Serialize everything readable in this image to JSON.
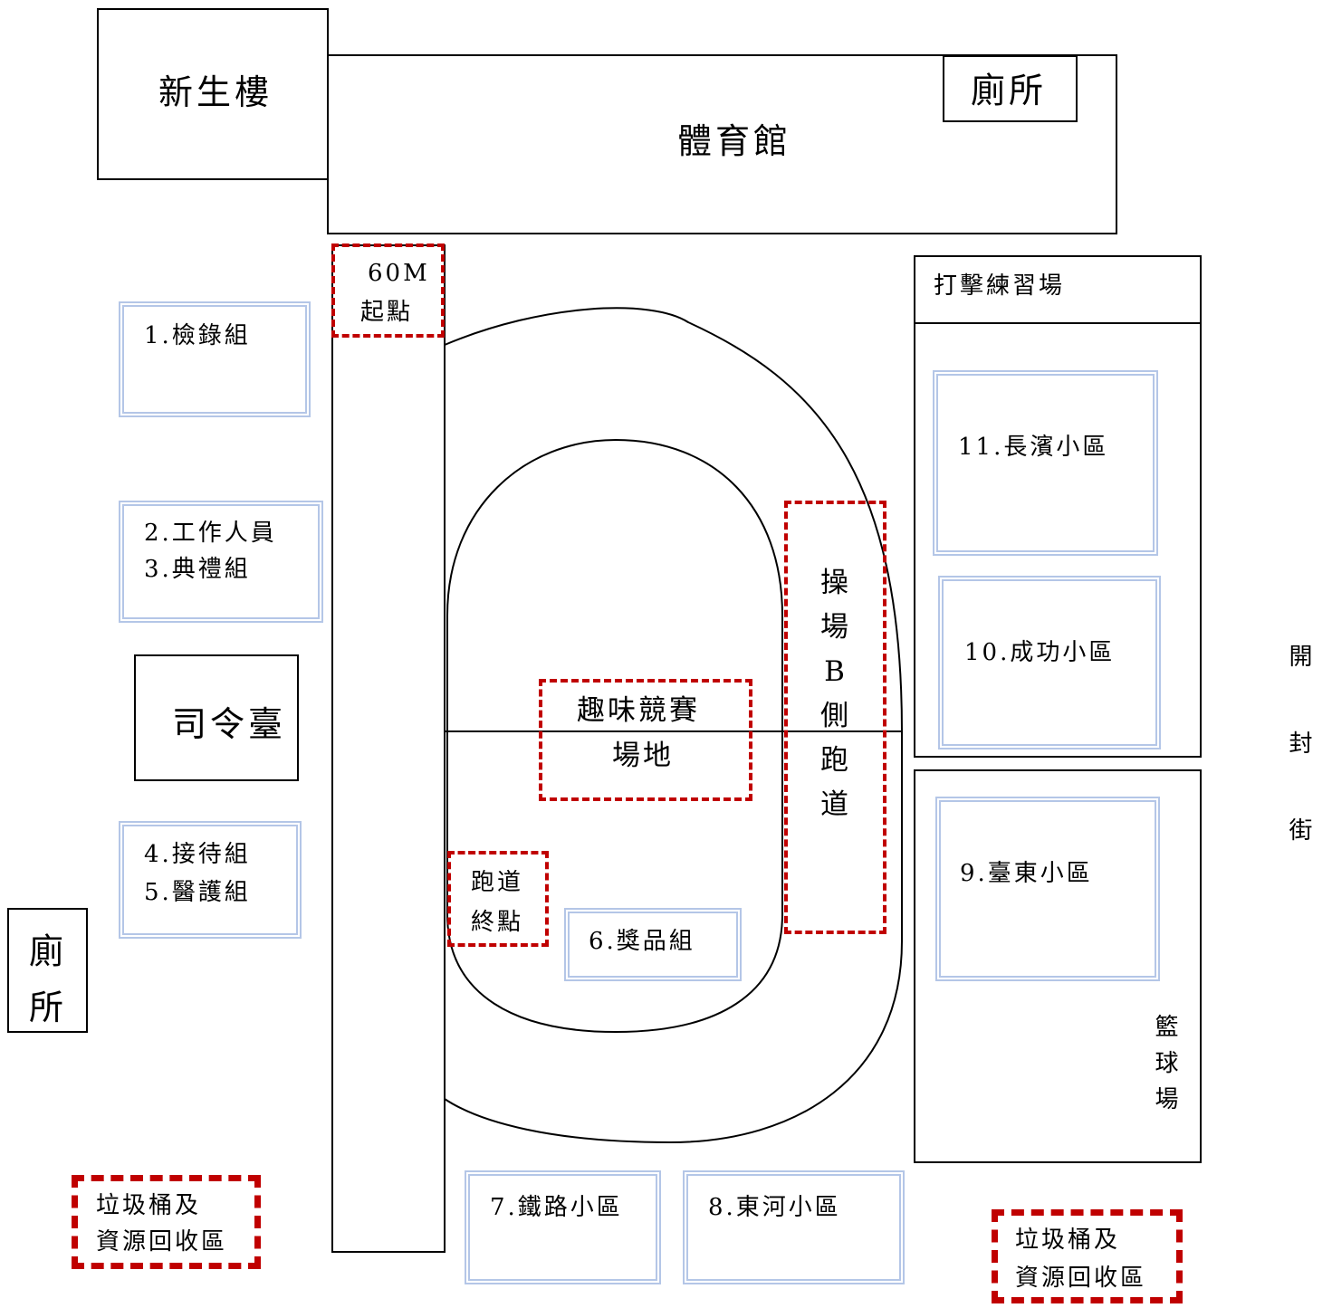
{
  "buildings": {
    "new_building": "新生樓",
    "gym": "體育館",
    "gym_restroom": "廁所",
    "stage": "司令臺",
    "left_restroom": [
      "廁",
      "所"
    ],
    "batting": "打擊練習場",
    "basketball": [
      "籃",
      "球",
      "場"
    ]
  },
  "street": [
    "開",
    "封",
    "街"
  ],
  "zones": {
    "registration": "1.檢錄組",
    "staff_line1": "2.工作人員",
    "staff_line2": "3.典禮組",
    "reception_line1": "4.接待組",
    "reception_line2": "5.醫護組",
    "prizes": "6.獎品組",
    "railway": "7.鐵路小區",
    "donghe": "8.東河小區",
    "taitung": "9.臺東小區",
    "chenggong": "10.成功小區",
    "changbin": "11.長濱小區"
  },
  "marked_areas": {
    "start_60m_line1": "60M",
    "start_60m_line2": "起點",
    "track_finish_line1": "跑道",
    "track_finish_line2": "終點",
    "fun_game_line1": "趣味競賽",
    "fun_game_line2": "場地",
    "track_b": [
      "操",
      "場",
      "B",
      "側",
      "跑",
      "道"
    ],
    "recycle_left_line1": "垃圾桶及",
    "recycle_left_line2": "資源回收區",
    "recycle_right_line1": "垃圾桶及",
    "recycle_right_line2": "資源回收區"
  },
  "colors": {
    "dashed_border": "#c00000",
    "zone_border": "#b4c6e7",
    "outline": "#000000"
  }
}
